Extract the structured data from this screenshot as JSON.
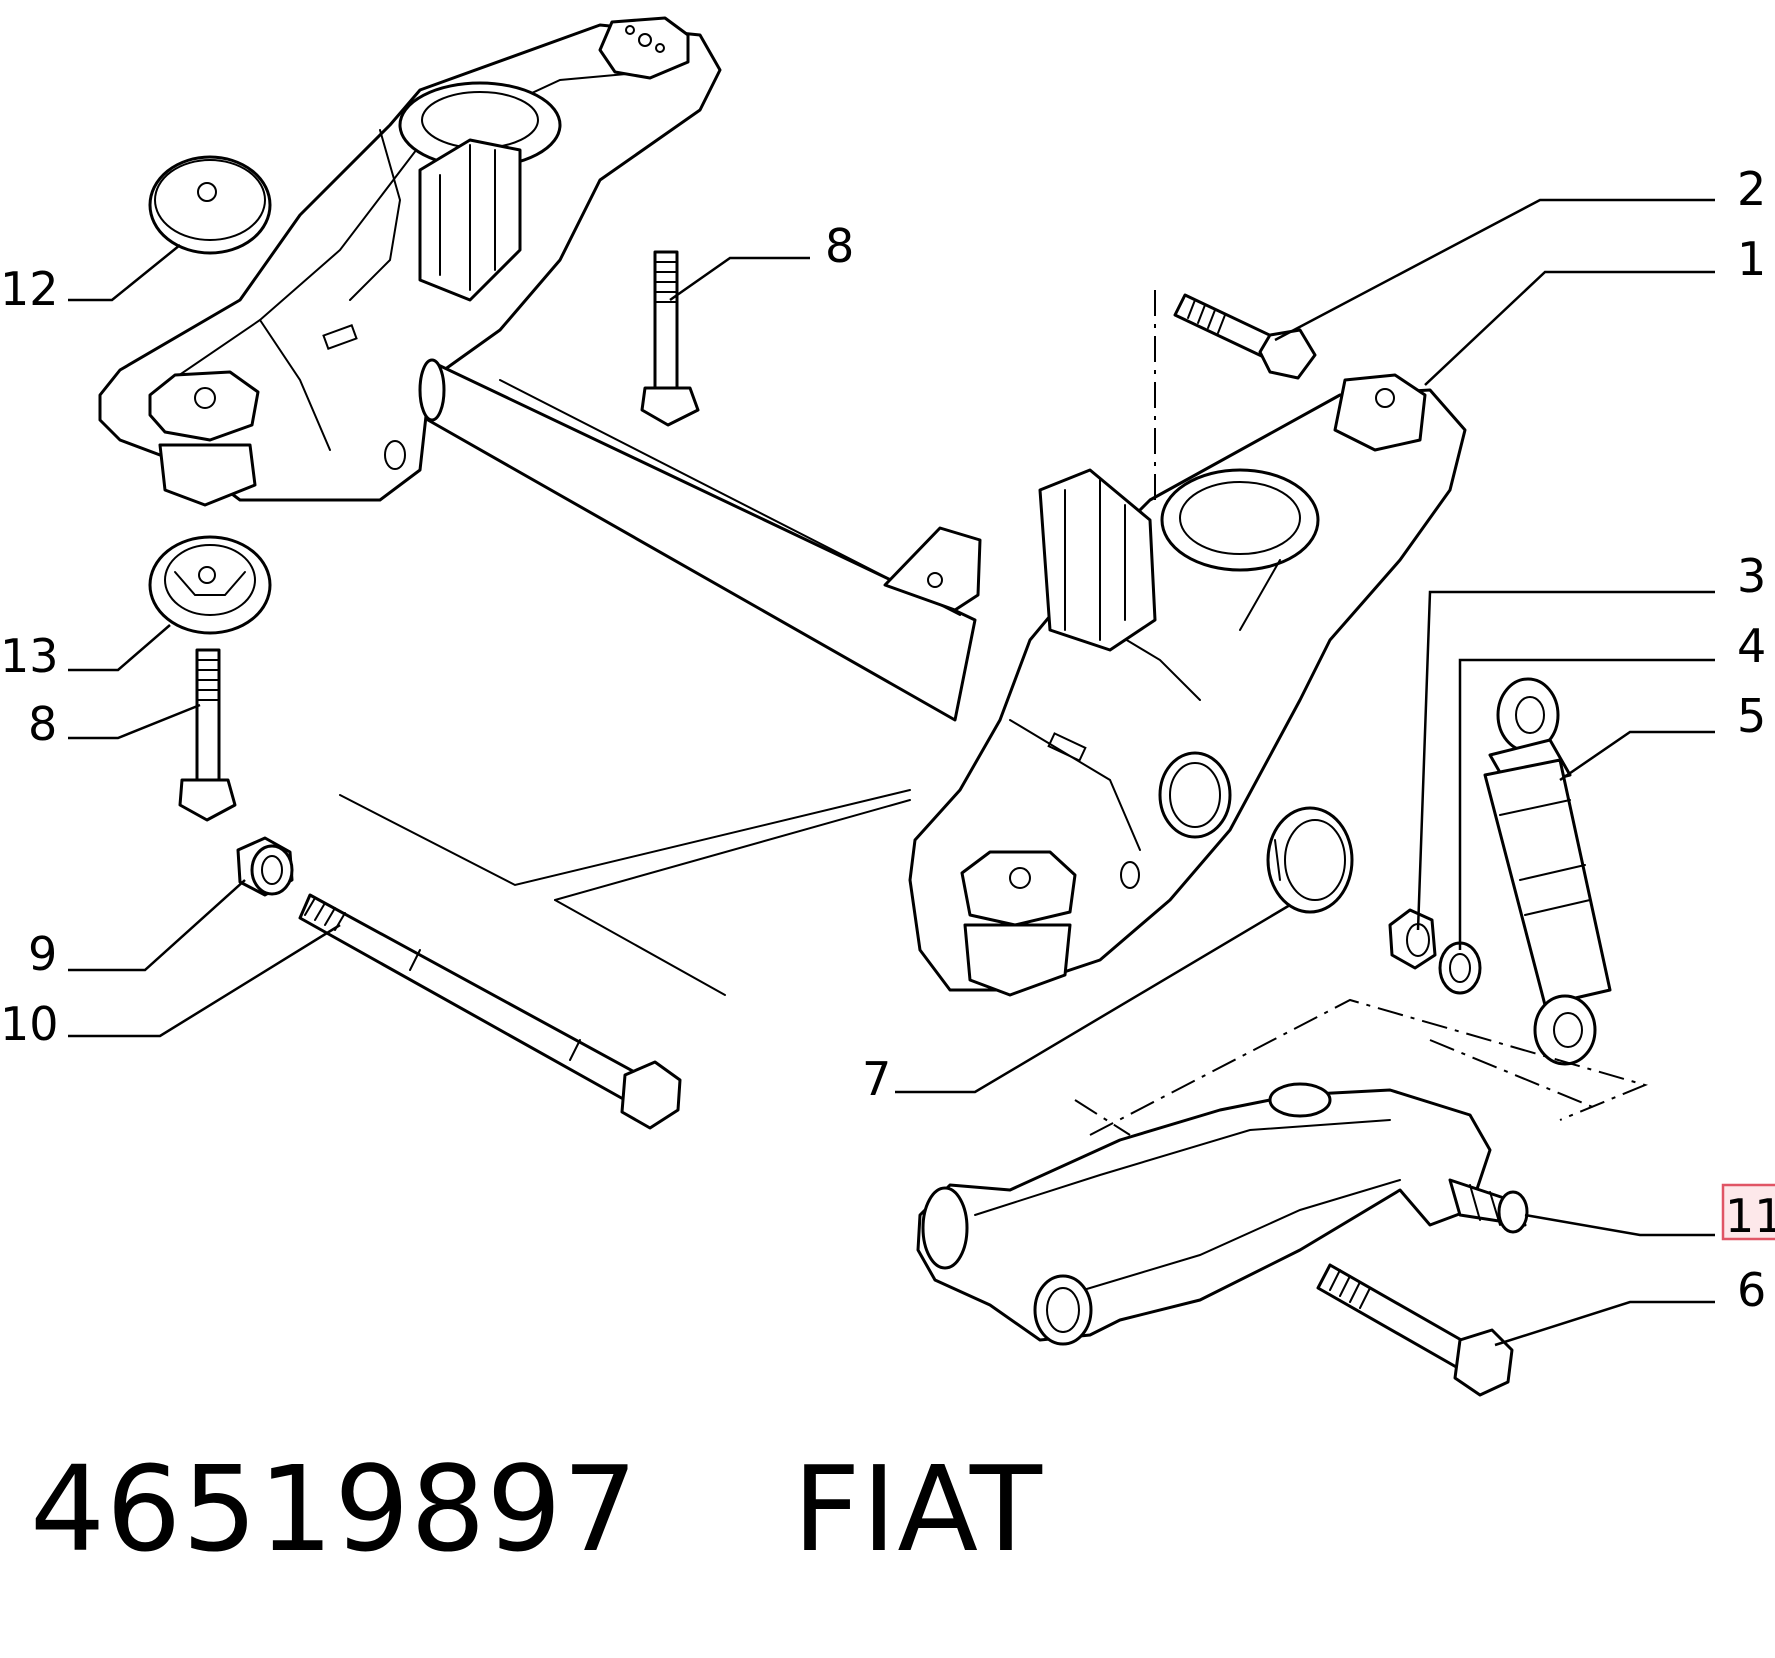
{
  "callouts": {
    "c1": "1",
    "c2": "2",
    "c3": "3",
    "c4": "4",
    "c5": "5",
    "c6": "6",
    "c7": "7",
    "c8a": "8",
    "c8b": "8",
    "c9": "9",
    "c10": "10",
    "c11": "11",
    "c12": "12",
    "c13": "13"
  },
  "footer": {
    "part_number": "46519897",
    "brand": "FIAT"
  },
  "colors": {
    "ink": "#000000",
    "highlight_border": "#e05565",
    "highlight_fill": "#fde8ea"
  }
}
